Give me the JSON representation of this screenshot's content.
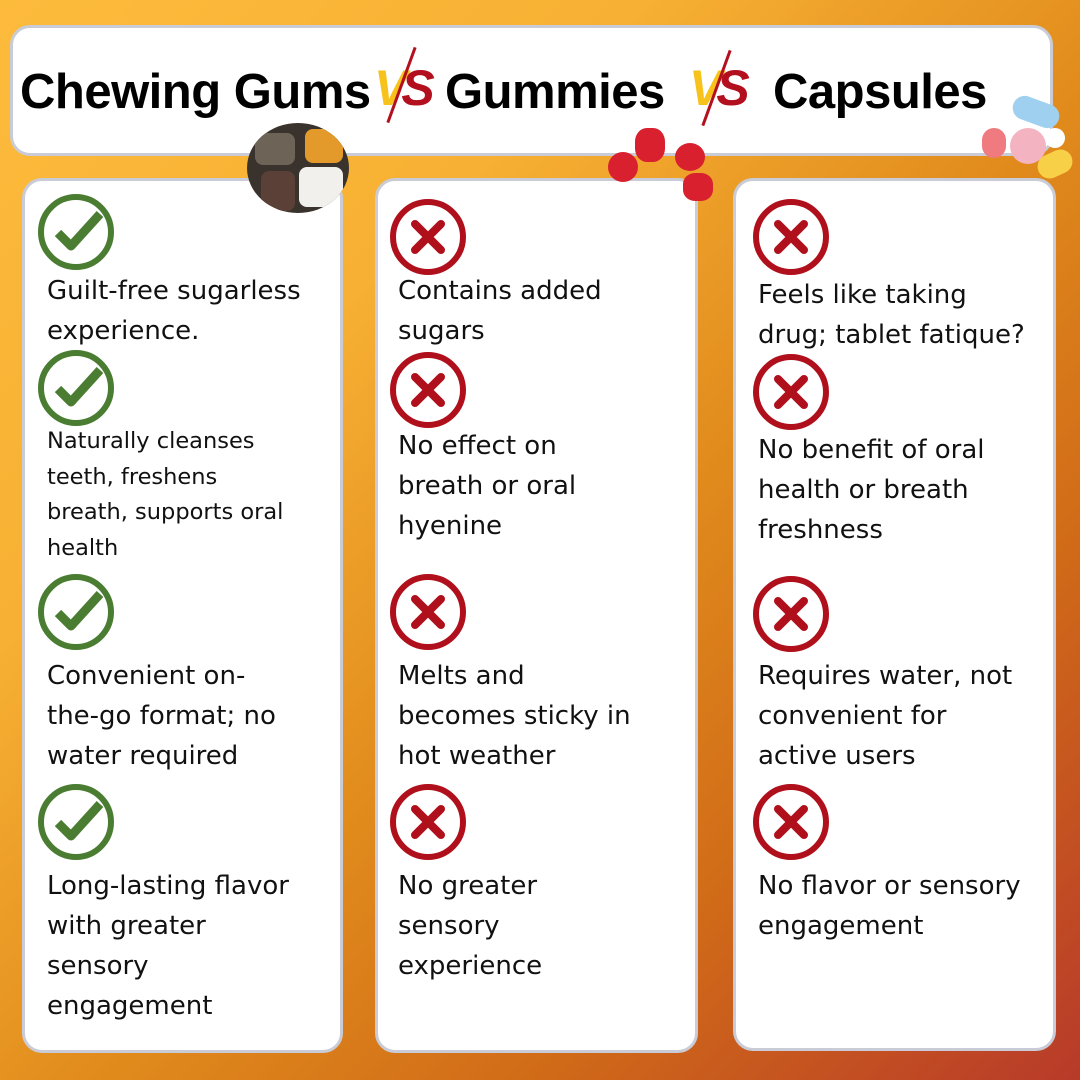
{
  "header": {
    "product_1": "Chewing Gums",
    "vs_1": "VS",
    "product_2": "Gummies",
    "vs_2": "VS",
    "product_3": "Capsules"
  },
  "colors": {
    "check": "#4a7d32",
    "cross": "#b0101c",
    "vs_yellow": "#f6c21b",
    "vs_red": "#b3101f"
  },
  "columns": [
    {
      "name": "Chewing Gums",
      "icon": "check-circle-icon",
      "items": [
        "Guilt-free sugarless\nexperience.",
        "Naturally cleanses\nteeth, freshens\nbreath, supports oral\nhealth",
        "Convenient on-\nthe-go format; no\nwater required",
        "Long-lasting flavor\nwith greater\nsensory\nengagement"
      ]
    },
    {
      "name": "Gummies",
      "icon": "x-circle-icon",
      "items": [
        "Contains added\nsugars",
        "No effect on\nbreath or oral\nhyenine",
        "Melts and\nbecomes sticky in\nhot weather",
        "No greater\nsensory\nexperience"
      ]
    },
    {
      "name": "Capsules",
      "icon": "x-circle-icon",
      "items": [
        "Feels like taking\ndrug; tablet fatique?",
        "No benefit of oral\nhealth or breath\nfreshness",
        "Requires water, not\nconvenient for\nactive users",
        "No flavor or sensory\nengagement"
      ]
    }
  ]
}
